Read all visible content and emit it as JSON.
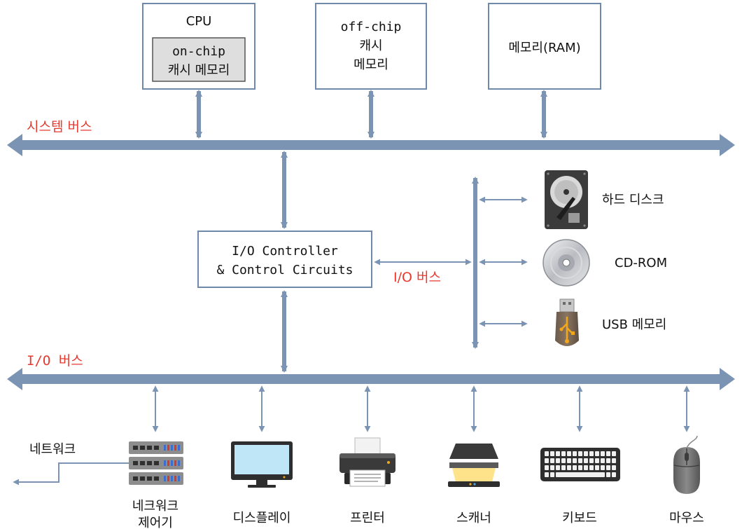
{
  "colors": {
    "bus": "#7b94b4",
    "label_red": "#e8392f",
    "box_border": "#6f89aa",
    "chip_fill": "#dedede",
    "text": "#111111"
  },
  "boxes": {
    "cpu": {
      "title": "CPU",
      "chip_line1": "on-chip",
      "chip_line2": "캐시 메모리"
    },
    "offchip": {
      "line1": "off-chip",
      "line2": "캐시",
      "line3": "메모리"
    },
    "ram": {
      "label": "메모리(RAM)"
    },
    "io_controller": {
      "line1": "I/O Controller",
      "line2": "& Control Circuits"
    }
  },
  "buses": {
    "system_bus": "시스템 버스",
    "io_bus_middle": "I/O 버스",
    "io_bus_bottom": "I/O 버스"
  },
  "storage_devices": [
    {
      "label": "하드 디스크",
      "icon": "hard-disk-icon"
    },
    {
      "label": "CD-ROM",
      "icon": "cd-rom-icon"
    },
    {
      "label": "USB 메모리",
      "icon": "usb-memory-icon"
    }
  ],
  "network": {
    "label": "네트워크"
  },
  "peripherals": [
    {
      "line1": "네크워크",
      "line2": "제어기",
      "icon": "network-switch-icon"
    },
    {
      "line1": "디스플레이",
      "line2": "",
      "icon": "monitor-icon"
    },
    {
      "line1": "프린터",
      "line2": "",
      "icon": "printer-icon"
    },
    {
      "line1": "스캐너",
      "line2": "",
      "icon": "scanner-icon"
    },
    {
      "line1": "키보드",
      "line2": "",
      "icon": "keyboard-icon"
    },
    {
      "line1": "마우스",
      "line2": "",
      "icon": "mouse-icon"
    }
  ]
}
